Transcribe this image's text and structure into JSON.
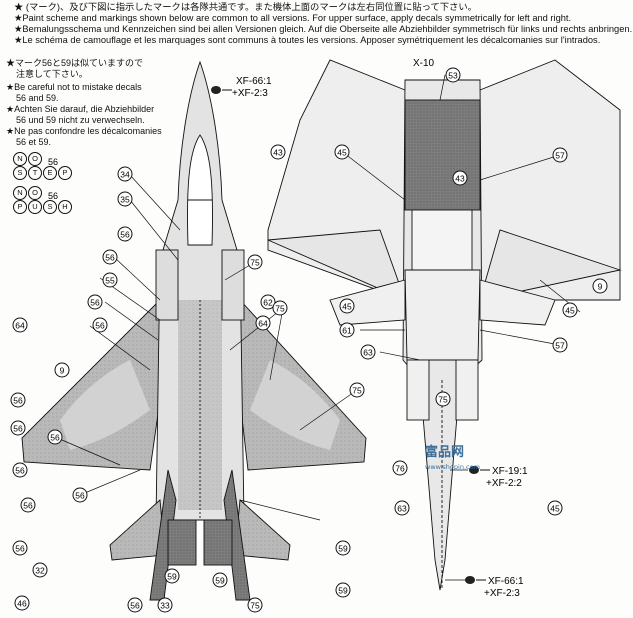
{
  "header": {
    "line1": "★ (マーク)、及び下図に指示したマークは各隊共通です。また機体上面のマークは左右同位置に貼って下さい。",
    "line2": "★Paint scheme and markings shown below are common to all versions. For upper surface, apply decals symmetrically for left and right.",
    "line3": "★Bemalungsschema und Kennzeichen sind bei allen Versionen gleich. Auf die Oberseite alle Abziehbilder symmetrisch für links und rechts anbringen.",
    "line4": "★Le schéma de camouflage et les marquages sont communs à toutes les versions. Apposer symétriquement les décalcomanies sur l'intrados."
  },
  "caution": {
    "jp1": "★マーク56と59は似ていますので",
    "jp2": "注意して下さい。",
    "en1": "★Be careful not to mistake decals",
    "en2": "56 and 59.",
    "de1": "★Achten Sie darauf, die Abziehbilder",
    "de2": "56 und 59 nicht zu verwechseln.",
    "fr1": "★Ne pas confondre les décalcomanies",
    "fr2": "56 et 59."
  },
  "codes": {
    "no_step": {
      "letters": [
        "N",
        "O",
        "S",
        "T",
        "E",
        "P"
      ],
      "ref": "56"
    },
    "no_push": {
      "letters": [
        "N",
        "O",
        "P",
        "U",
        "S",
        "H"
      ],
      "ref": "56"
    }
  },
  "paint_refs": {
    "top_line1": "XF-66:1",
    "top_line2": "+XF-2:3",
    "x10": "X-10",
    "mid_line1": "XF-19:1",
    "mid_line2": "+XF-2:2",
    "bottom_line1": "XF-66:1",
    "bottom_line2": "+XF-2:3"
  },
  "callouts": {
    "top_view": [
      "34",
      "35",
      "56",
      "55",
      "56",
      "56",
      "64",
      "9",
      "56",
      "56",
      "56",
      "56",
      "56",
      "56",
      "56",
      "32",
      "46",
      "56",
      "33",
      "59",
      "59",
      "59",
      "59",
      "75",
      "75",
      "64",
      "62",
      "75",
      "56",
      "75"
    ],
    "bottom_view": [
      "53",
      "45",
      "43",
      "57",
      "45",
      "9",
      "57",
      "45",
      "61",
      "63",
      "75",
      "76",
      "63",
      "45",
      "43"
    ]
  },
  "watermark": {
    "main": "富品网",
    "sub": "www.shopin.com"
  }
}
